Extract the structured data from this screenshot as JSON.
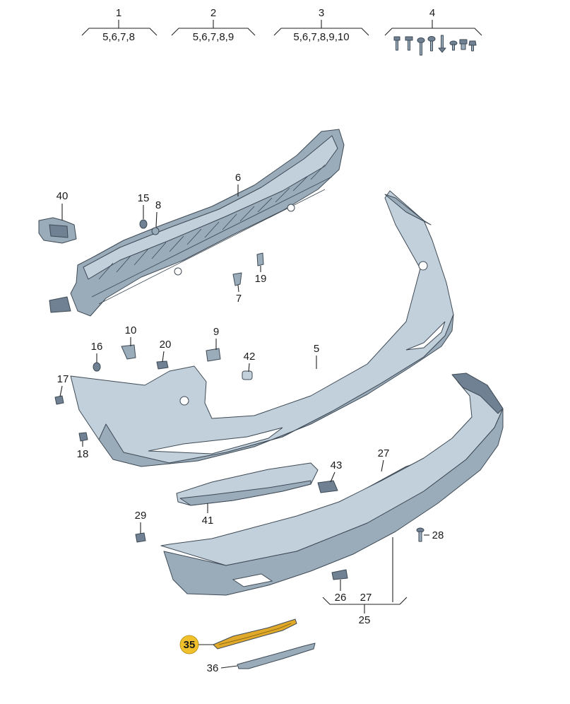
{
  "groups": [
    {
      "id": "1",
      "items": "5,6,7,8"
    },
    {
      "id": "2",
      "items": "5,6,7,8,9"
    },
    {
      "id": "3",
      "items": "5,6,7,8,9,10"
    },
    {
      "id": "4",
      "items": ""
    }
  ],
  "callouts": {
    "c6": "6",
    "c40": "40",
    "c15": "15",
    "c8": "8",
    "c19": "19",
    "c7": "7",
    "c10": "10",
    "c9": "9",
    "c16": "16",
    "c20": "20",
    "c42": "42",
    "c5": "5",
    "c17": "17",
    "c18": "18",
    "c27a": "27",
    "c43": "43",
    "c41": "41",
    "c29": "29",
    "c28": "28",
    "c26": "26",
    "c27b": "27",
    "c25": "25",
    "c35": "35",
    "c36": "36"
  },
  "colors": {
    "part_dark": "#6f8192",
    "part_mid": "#9aabba",
    "part_light": "#c2d0dc",
    "highlight_badge": "#f1c12b",
    "highlight_part": "#e0a92a"
  }
}
